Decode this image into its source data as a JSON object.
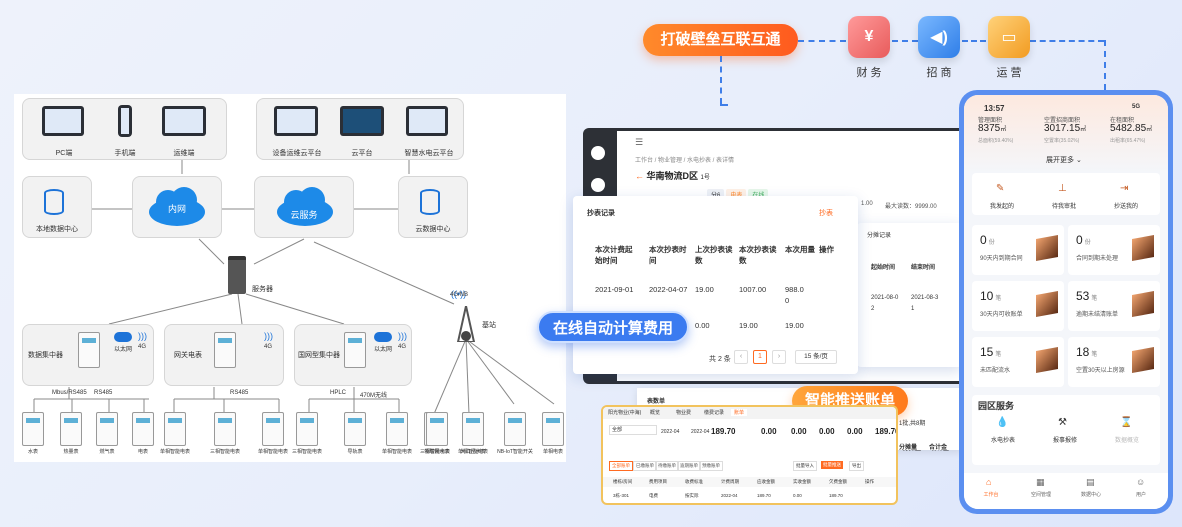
{
  "colors": {
    "accent_orange": "#ff6a21",
    "accent_blue": "#3b7bf0",
    "phone_frame": "#5b8ff0"
  },
  "banner": {
    "title": "打破壁垒互联互通",
    "chips": [
      {
        "label": "财 务",
        "icon": "yuan-icon",
        "color": "#f26d6d"
      },
      {
        "label": "招 商",
        "icon": "speaker-icon",
        "color": "#3b8af0"
      },
      {
        "label": "运 营",
        "icon": "presentation-icon",
        "color": "#f5a631"
      }
    ]
  },
  "diagram": {
    "top_left": [
      "PC端",
      "手机端",
      "运维端"
    ],
    "top_right": [
      "设备运维云平台",
      "云平台",
      "智慧水电云平台"
    ],
    "local_db": "本地数据中心",
    "intranet": "内网",
    "cloud_service": "云服务",
    "cloud_db": "云数据中心",
    "server": "服务器",
    "nb": "4G/NB",
    "base_station": "基站",
    "concentrator": "数据集中器",
    "ethernet": "以太网",
    "g4": "4G",
    "bus1": "Mbus/RS485",
    "bus2": "RS485",
    "gateway": "网关电表",
    "bus3": "RS485",
    "national": "国网型集中器",
    "ethernet2": "以太网",
    "g4b": "4G",
    "bus4": "HPLC",
    "bus5": "470M无线",
    "bottom": [
      "水表",
      "热量表",
      "燃气表",
      "电表",
      "单相智能电表",
      "三相智能电表",
      "单相智能电表",
      "三相智能电表",
      "导轨表",
      "单相智能电表",
      "三相智能电表",
      "单相智能电表",
      "物联网水表",
      "大口径水表",
      "NB-IoT智能开关",
      "单相电表"
    ]
  },
  "desktop": {
    "breadcrumb": "工作台 / 物业管理 / 水电抄表 / 表详情",
    "title": "华南物流D区",
    "title_tag": "1号",
    "tags": [
      "分6",
      "电表",
      "在线"
    ],
    "stats": [
      "1.00",
      "最大读数：9999.00"
    ],
    "record_title": "抄表记录",
    "record_link": "抄表",
    "columns": [
      "本次计费起始时间",
      "本次抄表时间",
      "上次抄表读数",
      "本次抄表读数",
      "本次用量",
      "操作"
    ],
    "rows": [
      [
        "2021-09-01",
        "2022-04-07",
        "19.00",
        "1007.00",
        "988.00"
      ],
      [
        "",
        "",
        "0.00",
        "19.00",
        "19.00"
      ]
    ],
    "pager": {
      "total": "共 2 条",
      "page": "1",
      "size": "15 条/页"
    },
    "side_title": "分摊记录",
    "side_cols": [
      "起始时间",
      "结束时间"
    ],
    "side_row": [
      "2021-08-02",
      "2021-08-31"
    ],
    "bottom_tag": "表数单",
    "bottom_extra": "1批,共8期",
    "bottom_cols": [
      "分摊量",
      "合计金"
    ],
    "online_calc": "在线自动计算费用",
    "push_bill": "智能推送账单"
  },
  "bill": {
    "tabs": [
      "阳光物业(中海)",
      "概览",
      "物业费",
      "缴费记录",
      "账单"
    ],
    "filters": [
      "全部",
      "2022-04",
      "2022-04"
    ],
    "amounts": [
      "189.70",
      "0.00",
      "0.00",
      "0.00",
      "0.00",
      "189.70"
    ],
    "buttons": [
      "全部账单",
      "已缴账单",
      "待缴账单",
      "逾期账单",
      "预缴账单"
    ],
    "actions": [
      "批量导入",
      "批量推送",
      "导出"
    ],
    "cols": [
      "楼栋/房间",
      "费用项目",
      "收费标准",
      "计费周期",
      "应收金额",
      "实收金额",
      "欠费金额",
      "操作"
    ],
    "row": [
      "3栋-301",
      "电费",
      "按实际",
      "2022-04",
      "189.70",
      "0.00",
      "189.70"
    ]
  },
  "phone": {
    "time": "13:57",
    "signal": "5G",
    "stats": [
      {
        "label": "管理面积",
        "value": "8375",
        "unit": "㎡",
        "sub": "总面积(59.40%)"
      },
      {
        "label": "空置招商面积",
        "value": "3017.15",
        "unit": "㎡",
        "sub": "空置率(35.02%)"
      },
      {
        "label": "在租面积",
        "value": "5482.85",
        "unit": "㎡",
        "sub": "出租率(65.47%)"
      }
    ],
    "expand": "展开更多",
    "quick": [
      {
        "label": "我发起的",
        "icon": "edit-icon"
      },
      {
        "label": "待我审批",
        "icon": "stamp-icon"
      },
      {
        "label": "抄送我的",
        "icon": "forward-icon"
      }
    ],
    "tiles": [
      {
        "n": "0",
        "u": "份",
        "d": "90天内到期合同"
      },
      {
        "n": "0",
        "u": "份",
        "d": "合同到期未处理"
      },
      {
        "n": "10",
        "u": "笔",
        "d": "30天内可收账单"
      },
      {
        "n": "53",
        "u": "笔",
        "d": "逾期未结清账单"
      },
      {
        "n": "15",
        "u": "笔",
        "d": "未匹配流水"
      },
      {
        "n": "18",
        "u": "笔",
        "d": "空置30天以上房源"
      }
    ],
    "services_title": "园区服务",
    "services": [
      {
        "label": "水电抄表",
        "icon": "water-drop-icon"
      },
      {
        "label": "报事报修",
        "icon": "repair-icon"
      },
      {
        "label": "数据概览",
        "icon": "hourglass-icon"
      }
    ],
    "nav": [
      {
        "label": "工作台",
        "icon": "home-icon"
      },
      {
        "label": "空间管理",
        "icon": "building-icon"
      },
      {
        "label": "数据中心",
        "icon": "chart-icon"
      },
      {
        "label": "用户",
        "icon": "user-icon"
      }
    ]
  }
}
